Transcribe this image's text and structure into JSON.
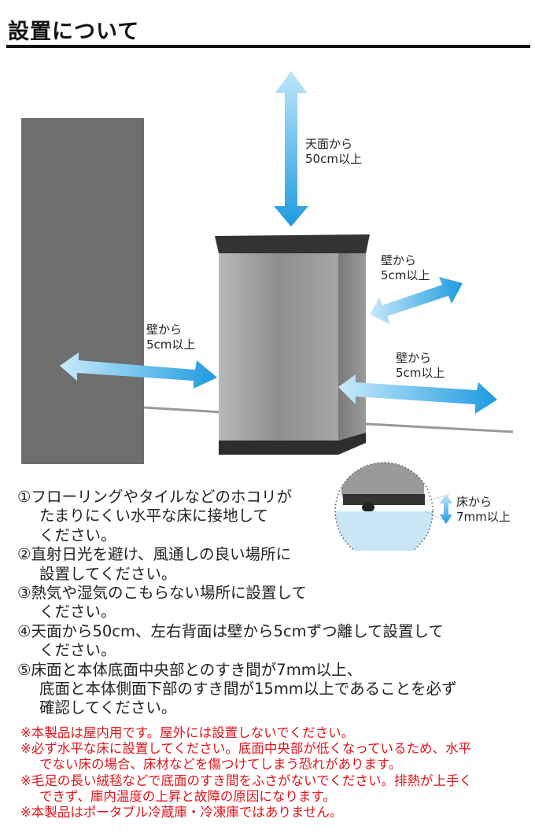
{
  "title": "設置について",
  "labels": {
    "top": [
      "天面から",
      "50cm以上"
    ],
    "left": [
      "壁から",
      "5cm以上"
    ],
    "back": [
      "壁から",
      "5cm以上"
    ],
    "right": [
      "壁から",
      "5cm以上"
    ],
    "floor": [
      "床から",
      "7mm以上"
    ]
  },
  "instructions": [
    {
      "lines": [
        "①フローリングやタイルなどのホコリが",
        "たまりにくい水平な床に接地して",
        "ください。"
      ]
    },
    {
      "lines": [
        "②直射日光を避け、風通しの良い場所に",
        "設置してください。"
      ]
    },
    {
      "lines": [
        "③熱気や湿気のこもらない場所に設置して",
        "ください。"
      ]
    },
    {
      "lines": [
        "④天面から50cm、左右背面は壁から5cmずつ離して設置して",
        "ください。"
      ]
    },
    {
      "lines": [
        "⑤床面と本体底面中央部とのすき間が7mm以上、",
        "底面と本体側面下部のすき間が15mm以上であることを必ず",
        "確認してください。"
      ]
    }
  ],
  "notes": [
    {
      "lines": [
        "※本製品は屋内用です。屋外には設置しないでください。"
      ]
    },
    {
      "lines": [
        "※必ず水平な床に設置してください。底面中央部が低くなっているため、水平",
        "でない床の場合、床材などを傷つけてしまう恐れがあります。"
      ]
    },
    {
      "lines": [
        "※毛足の長い絨毯などで底面のすき間をふさがないでください。排熱が上手く",
        "できず、庫内温度の上昇と故障の原因になります。"
      ]
    },
    {
      "lines": [
        "※本製品はポータブル冷蔵庫・冷凍庫ではありません。"
      ]
    }
  ],
  "colors": {
    "accent_blue": "#29a8e8",
    "warning_red": "#e0141a"
  }
}
